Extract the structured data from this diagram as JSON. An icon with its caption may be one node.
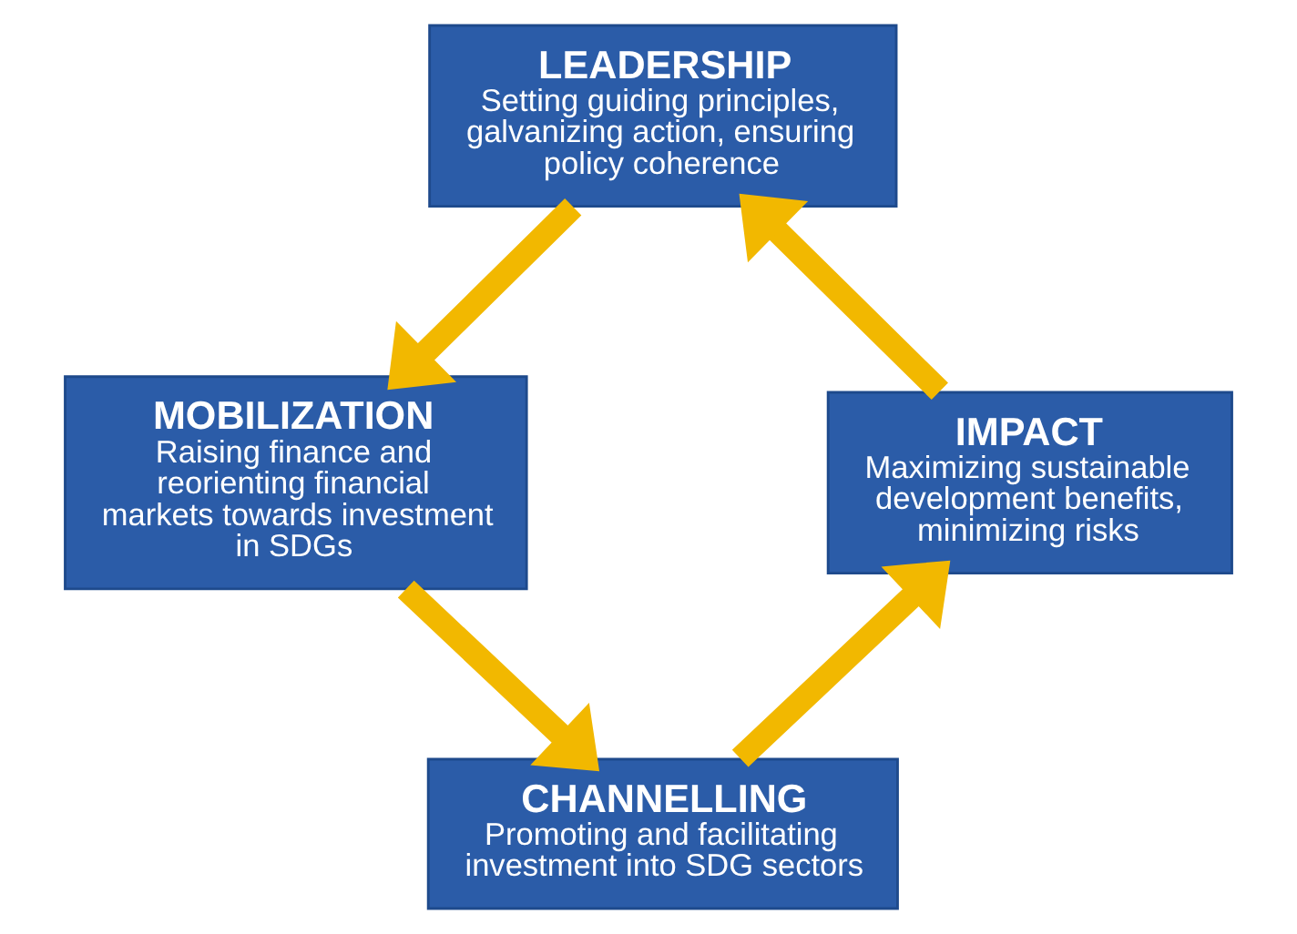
{
  "diagram": {
    "nodes": [
      {
        "text": [
          "LEADERSHIP",
          "Setting guiding principles, galvanizing action, ensuring policy coherence"
        ]
      },
      {
        "text": [
          "MOBILIZATION",
          "Raising finance and reorienting financial markets towards investment in SDGs"
        ]
      },
      {
        "text": [
          "CHANNELLING",
          "Promoting and facilitating investment into SDG sectors"
        ]
      },
      {
        "text": [
          "IMPACT",
          "Maximizing sustainable development benefits, minimizing risks"
        ]
      }
    ],
    "edges": [
      {
        "from": 0,
        "to": 1,
        "arrow": "to"
      },
      {
        "from": 1,
        "to": 2,
        "arrow": "to"
      },
      {
        "from": 2,
        "to": 3,
        "arrow": "to"
      },
      {
        "from": 3,
        "to": 0,
        "arrow": "to"
      }
    ]
  }
}
